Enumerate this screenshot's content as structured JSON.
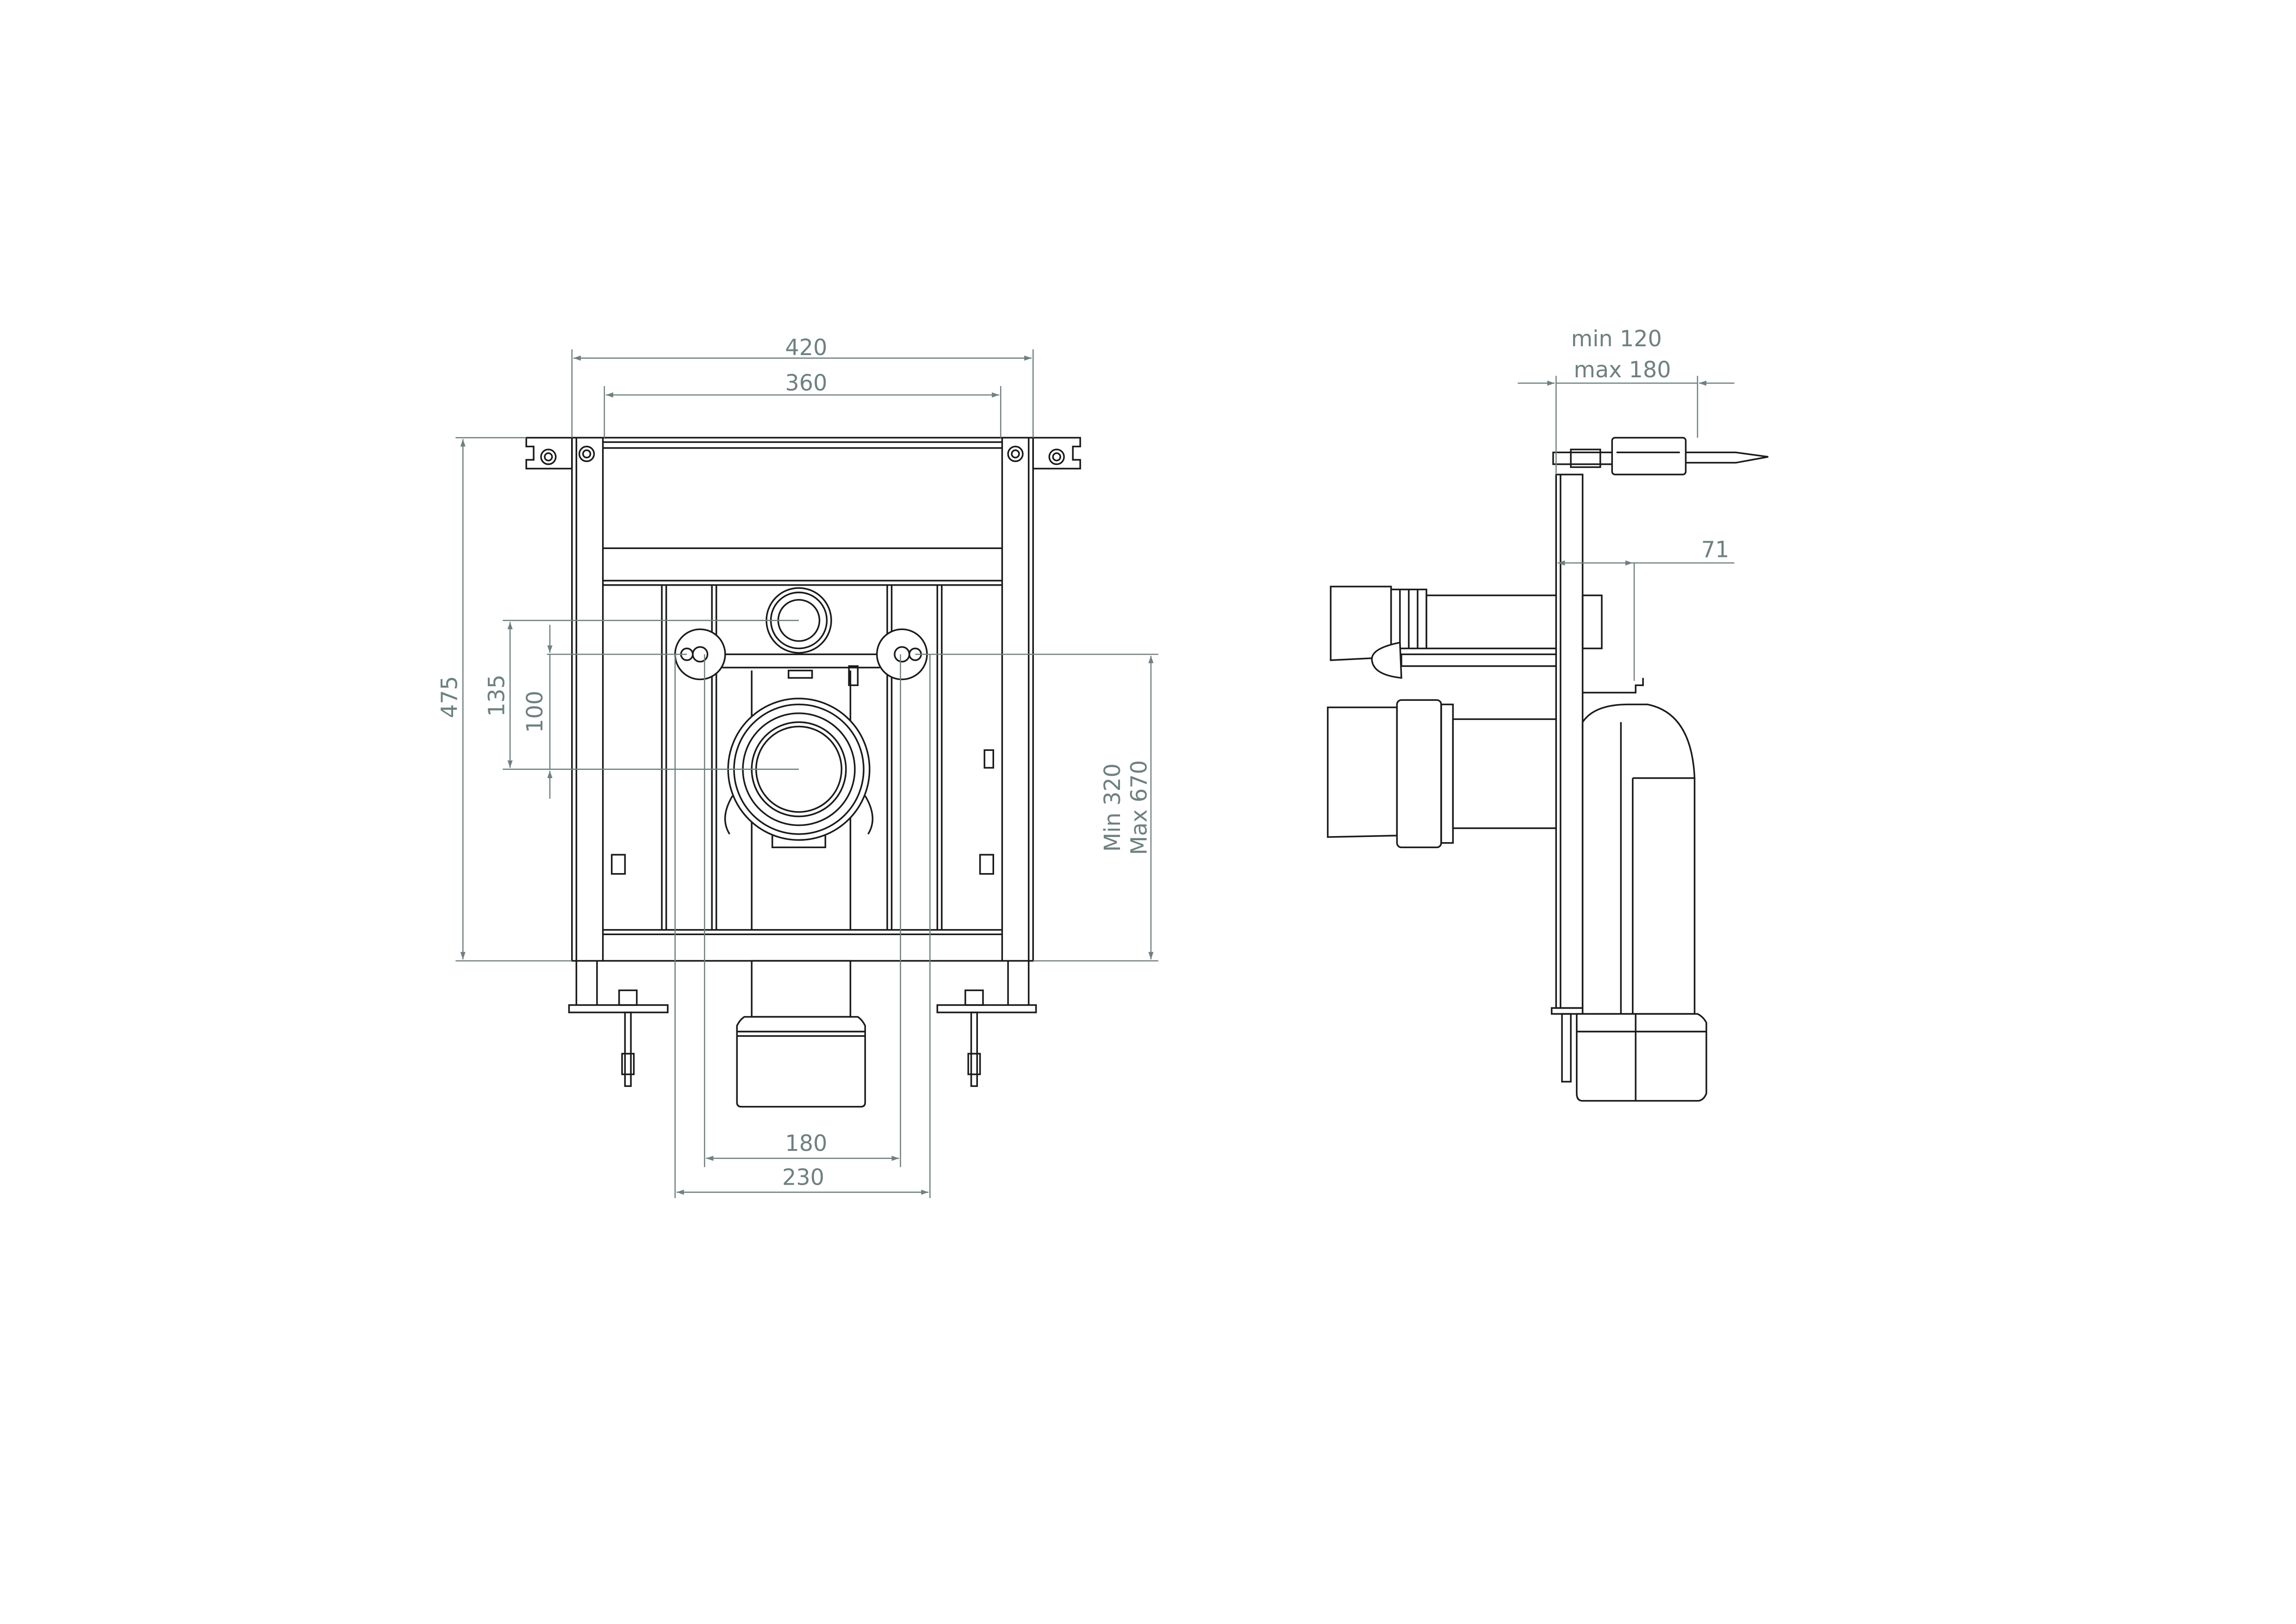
{
  "front_view": {
    "dimensions": {
      "overall_width": "420",
      "frame_width": "360",
      "overall_height": "475",
      "inlet_offset": "135",
      "connector_offset": "100",
      "height_range_min": "Min 320",
      "height_range_max": "Max 670",
      "bolt_spacing": "180",
      "bolt_spacing_outer": "230"
    }
  },
  "side_view": {
    "dimensions": {
      "depth_min": "min 120",
      "depth_max": "max 180",
      "projection": "71"
    }
  },
  "colors": {
    "dimension": "#6f8080",
    "line": "#1a1a1a"
  }
}
